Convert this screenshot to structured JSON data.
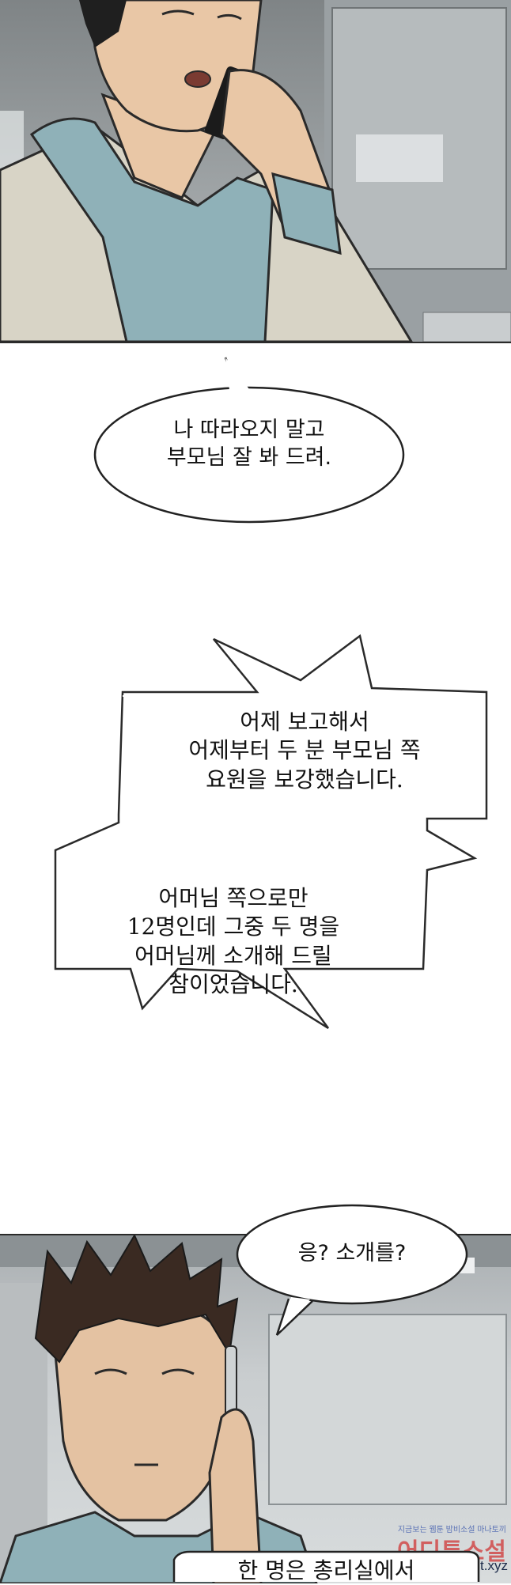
{
  "bubbles": {
    "bubble1": "나 따라오지 말고\n부모님 잘 봐 드려.",
    "bubble2": "어제 보고해서\n어제부터 두 분 부모님 쪽\n요원을 보강했습니다.",
    "bubble3": "어머님 쪽으로만\n12명인데 그중 두 명을\n어머님께 소개해 드릴\n참이었습니다.",
    "bubble4": "응? 소개를?",
    "bubble5": "한 명은 총리실에서"
  },
  "watermark": {
    "line1": "지금보는 웹툰 밤비소설 마나토끼",
    "logo": "어디툰소설",
    "url": "novelagit.xyz"
  },
  "colors": {
    "ink": "#111111",
    "hoodie": "#8fb1b8",
    "jacket": "#d8d4c6",
    "skin": "#e9c7a6"
  }
}
